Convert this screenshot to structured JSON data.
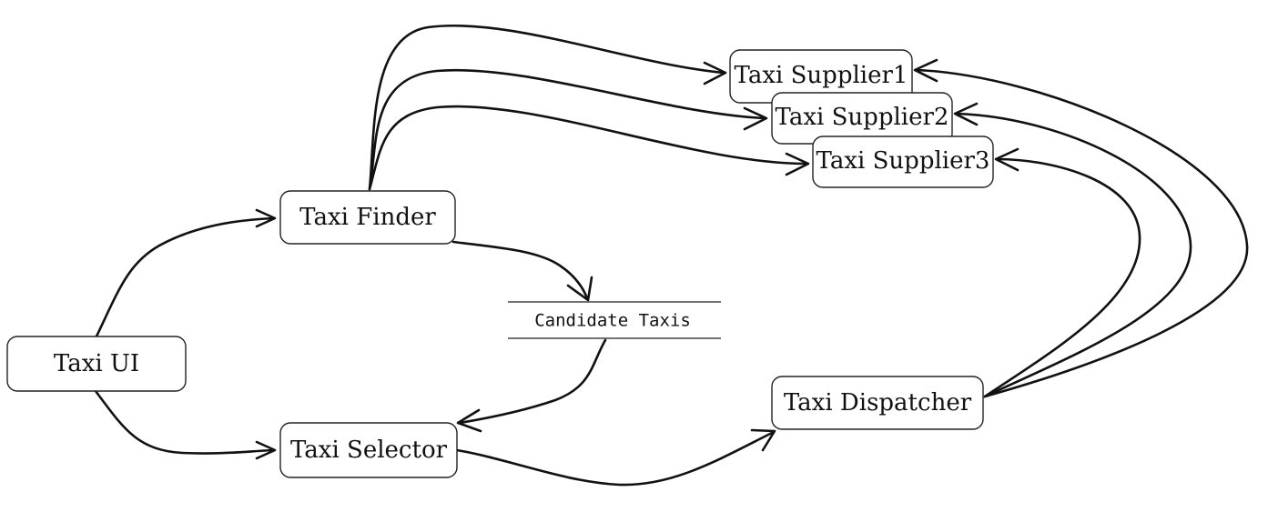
{
  "nodes": {
    "taxi_ui": "Taxi UI",
    "taxi_finder": "Taxi Finder",
    "taxi_selector": "Taxi Selector",
    "taxi_dispatcher": "Taxi Dispatcher",
    "supplier1": "Taxi Supplier1",
    "supplier2": "Taxi Supplier2",
    "supplier3": "Taxi Supplier3"
  },
  "data_store": {
    "candidate_taxis": "Candidate Taxis"
  },
  "edges": [
    {
      "from": "Taxi UI",
      "to": "Taxi Finder"
    },
    {
      "from": "Taxi UI",
      "to": "Taxi Selector"
    },
    {
      "from": "Taxi Finder",
      "to": "Taxi Supplier1"
    },
    {
      "from": "Taxi Finder",
      "to": "Taxi Supplier2"
    },
    {
      "from": "Taxi Finder",
      "to": "Taxi Supplier3"
    },
    {
      "from": "Taxi Finder",
      "to": "Candidate Taxis"
    },
    {
      "from": "Candidate Taxis",
      "to": "Taxi Selector"
    },
    {
      "from": "Taxi Selector",
      "to": "Taxi Dispatcher"
    },
    {
      "from": "Taxi Dispatcher",
      "to": "Taxi Supplier1"
    },
    {
      "from": "Taxi Dispatcher",
      "to": "Taxi Supplier2"
    },
    {
      "from": "Taxi Dispatcher",
      "to": "Taxi Supplier3"
    }
  ]
}
